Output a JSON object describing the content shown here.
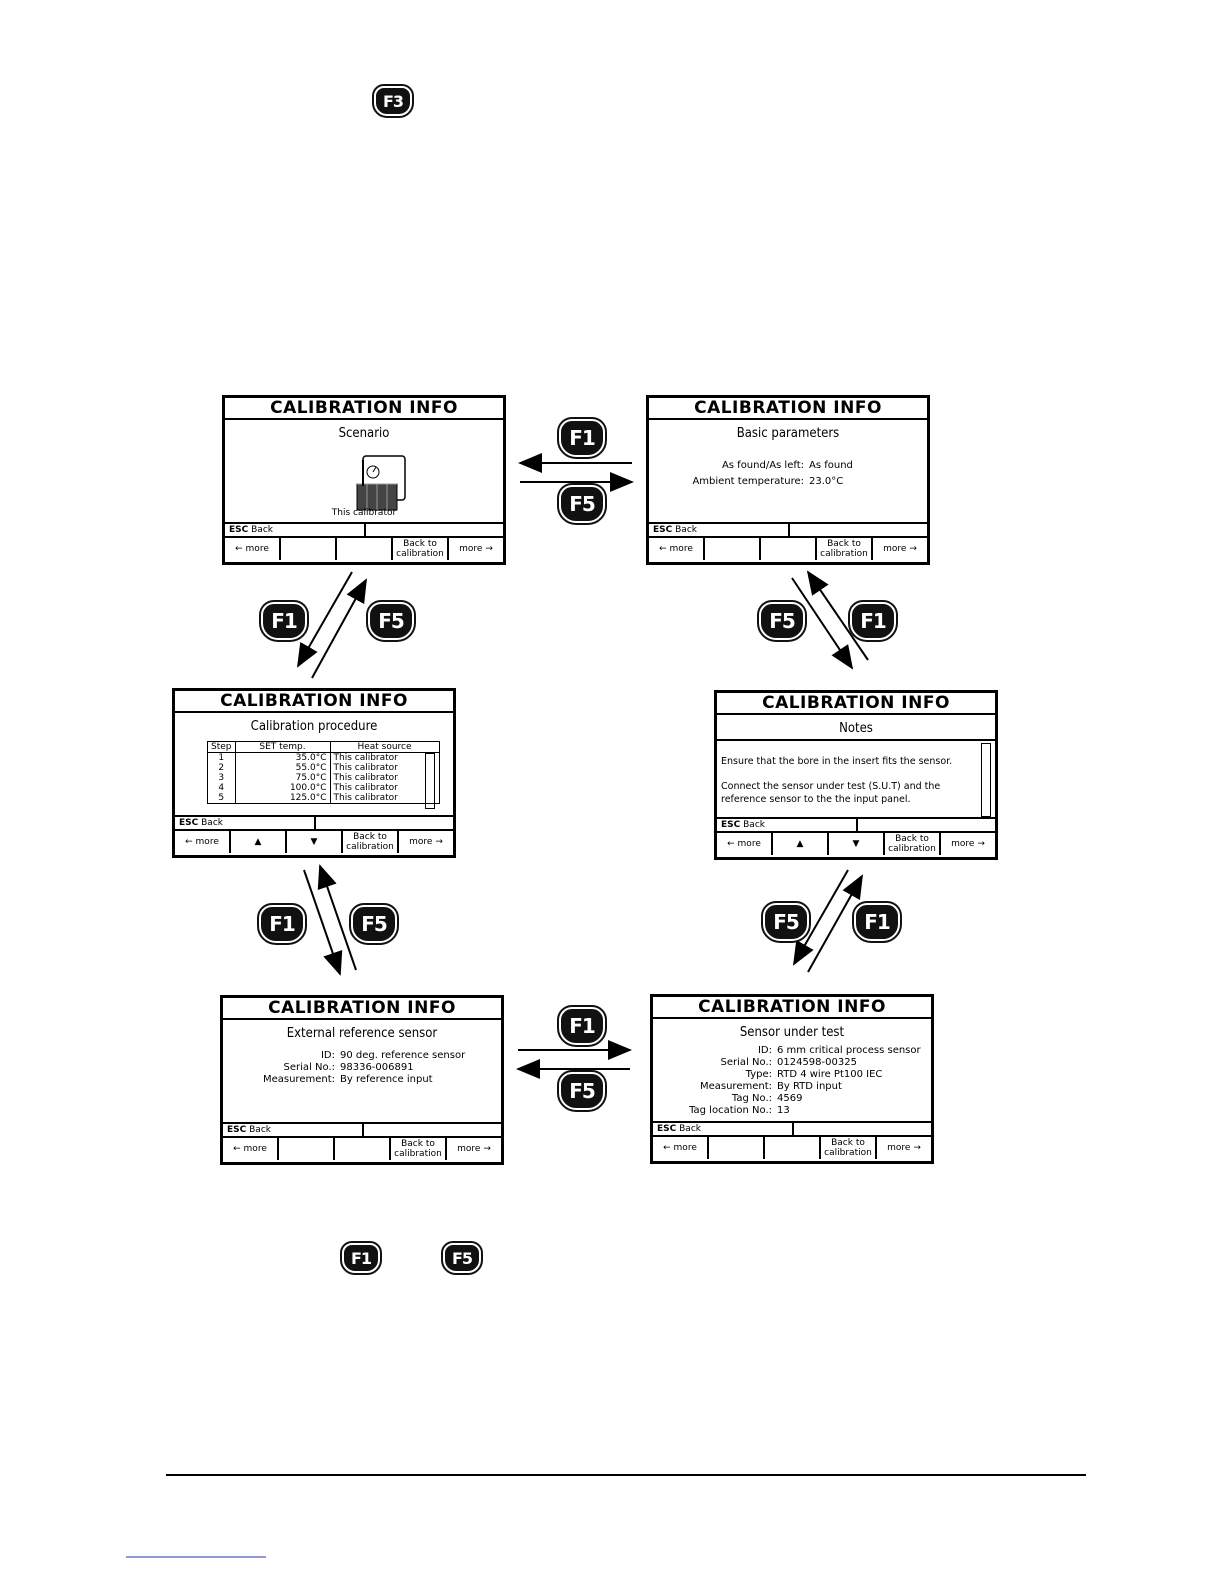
{
  "top_key": "F3",
  "bottom_keys": [
    "F1",
    "F5"
  ],
  "screen_title": "CALIBRATION INFO",
  "esc_label": "ESC",
  "back_label": "Back",
  "screens": {
    "scenario": {
      "subtitle": "Scenario",
      "caption": "This calibrator",
      "buttons": [
        "← more",
        "",
        "",
        "Back to\ncalibration",
        "more →"
      ]
    },
    "basic": {
      "subtitle": "Basic parameters",
      "rows": [
        {
          "k": "As found/As left:",
          "v": "As found"
        },
        {
          "k": "Ambient temperature:",
          "v": "23.0°C"
        }
      ],
      "buttons": [
        "← more",
        "",
        "",
        "Back to\ncalibration",
        "more →"
      ]
    },
    "procedure": {
      "subtitle": "Calibration procedure",
      "headers": [
        "Step",
        "SET temp.",
        "Heat source"
      ],
      "rows": [
        [
          "1",
          "35.0°C",
          "This  calibrator"
        ],
        [
          "2",
          "55.0°C",
          "This  calibrator"
        ],
        [
          "3",
          "75.0°C",
          "This  calibrator"
        ],
        [
          "4",
          "100.0°C",
          "This  calibrator"
        ],
        [
          "5",
          "125.0°C",
          "This  calibrator"
        ]
      ],
      "buttons": [
        "← more",
        "▲",
        "▼",
        "Back to\ncalibration",
        "more →"
      ]
    },
    "notes": {
      "subtitle": "Notes",
      "para1": "Ensure that the bore in the insert fits the sensor.",
      "para2": "Connect the sensor under test (S.U.T) and the reference sensor to the the input panel.",
      "buttons": [
        "← more",
        "▲",
        "▼",
        "Back to\ncalibration",
        "more →"
      ]
    },
    "external": {
      "subtitle": "External reference sensor",
      "rows": [
        {
          "k": "ID:",
          "v": "90 deg. reference sensor"
        },
        {
          "k": "Serial No.:",
          "v": "98336-006891"
        },
        {
          "k": "Measurement:",
          "v": "By reference input"
        }
      ],
      "buttons": [
        "← more",
        "",
        "",
        "Back to\ncalibration",
        "more →"
      ]
    },
    "sut": {
      "subtitle": "Sensor under test",
      "rows": [
        {
          "k": "ID:",
          "v": "6 mm critical process sensor"
        },
        {
          "k": "Serial No.:",
          "v": "0124598-00325"
        },
        {
          "k": "Type:",
          "v": "RTD 4 wire Pt100 IEC"
        },
        {
          "k": "Measurement:",
          "v": "By RTD input"
        },
        {
          "k": "Tag No.:",
          "v": "4569"
        },
        {
          "k": "Tag location No.:",
          "v": "13"
        }
      ],
      "buttons": [
        "← more",
        "",
        "",
        "Back to\ncalibration",
        "more →"
      ]
    }
  },
  "nav_keys": {
    "top_pair": [
      "F1",
      "F5"
    ],
    "left_upper": [
      "F1",
      "F5"
    ],
    "right_upper": [
      "F5",
      "F1"
    ],
    "left_lower": [
      "F1",
      "F5"
    ],
    "right_lower": [
      "F5",
      "F1"
    ],
    "bottom_pair": [
      "F1",
      "F5"
    ]
  }
}
